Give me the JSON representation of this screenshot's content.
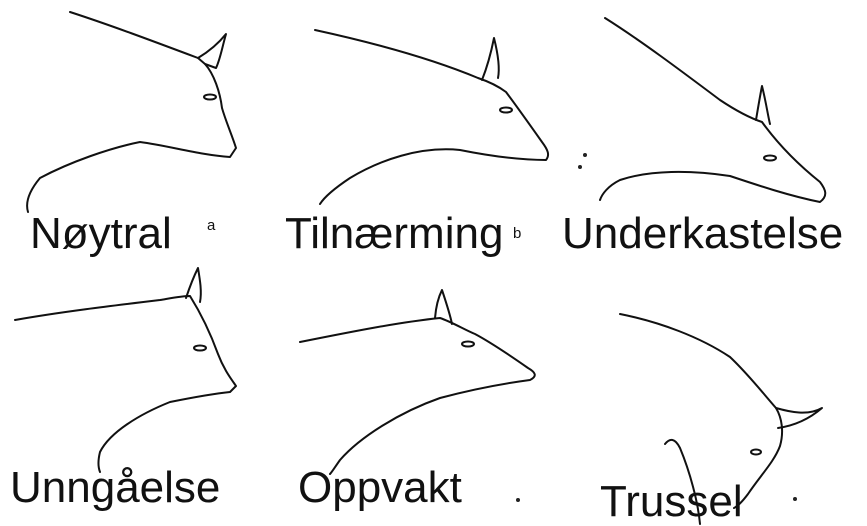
{
  "panels": [
    {
      "id": "a",
      "label": "Nøytral",
      "letter": "a"
    },
    {
      "id": "b",
      "label": "Tilnærming",
      "letter": "b"
    },
    {
      "id": "c",
      "label": "Underkastelse",
      "letter": ""
    },
    {
      "id": "d",
      "label": "Unngåelse",
      "letter": ""
    },
    {
      "id": "e",
      "label": "Oppvakt",
      "letter": ""
    },
    {
      "id": "f",
      "label": "Trussel",
      "letter": ""
    }
  ],
  "colors": {
    "line": "#111111",
    "background": "#ffffff"
  }
}
